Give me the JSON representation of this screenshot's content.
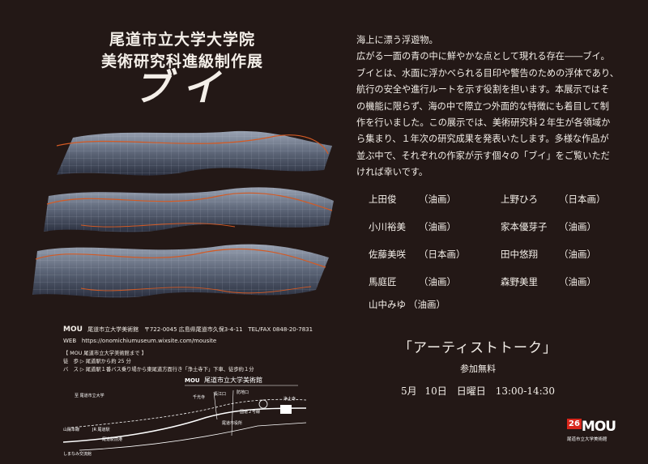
{
  "header": {
    "line1": "尾道市立大学大学院",
    "line2": "美術研究科進級制作展",
    "main_title": "ブイ"
  },
  "intro": [
    "海上に漂う浮遊物。",
    "広がる一面の青の中に鮮やかな点として現れる存在――ブイ。",
    "ブイとは、水面に浮かべられる目印や警告のための浮体であり、",
    "航行の安全や進行ルートを示す役割を担います。本展示ではそ",
    "の機能に限らず、海の中で際立つ外面的な特徴にも着目して制",
    "作を行いました。この展示では、美術研究科２年生が各領域か",
    "ら集まり、１年次の研究成果を発表いたします。多様な作品が",
    "並ぶ中で、それぞれの作家が示す個々の「ブイ」をご覧いただ",
    "ければ幸いです。"
  ],
  "artists": [
    {
      "name": "上田俊",
      "medium": "（油画）"
    },
    {
      "name": "上野ひろ",
      "medium": "（日本画）"
    },
    {
      "name": "小川裕美",
      "medium": "（油画）"
    },
    {
      "name": "家本優芽子",
      "medium": "（油画）"
    },
    {
      "name": "佐藤美咲",
      "medium": "（日本画）"
    },
    {
      "name": "田中悠翔",
      "medium": "（油画）"
    },
    {
      "name": "馬庭匠",
      "medium": "（油画）"
    },
    {
      "name": "森野美里",
      "medium": "（油画）"
    },
    {
      "name": "山中みゆ",
      "medium": "（油画）"
    }
  ],
  "talk": {
    "title": "「アーティストトーク」",
    "fee": "参加無料",
    "date": "5月 10日　日曜日　13:00-14:30"
  },
  "venue": {
    "logo": "MOU",
    "name": "尾道市立大学美術館",
    "address": "〒722-0045 広島県尾道市久保3-4-11",
    "tel": "TEL/FAX 0848-20-7831",
    "web_label": "WEB",
    "web_url": "https://onomichiumuseum.wixsite.com/mousite",
    "access_title": "【 MOU 尾道市立大学美術館まで 】",
    "access_walk": "徒　歩 ▷ 尾道駅から約 25 分",
    "access_bus": "バ　ス ▷ 尾道駅１番バス乗り場から東尾道方面行き「浄土寺下」下車、徒歩約１分"
  },
  "map": {
    "header_logo": "MOU",
    "header_name": "尾道市立大学美術館",
    "labels": [
      "至 尾道市立大学",
      "山陽本線",
      "JR 尾道駅",
      "しまなみ交流館",
      "尾道駅前港",
      "千光寺",
      "長江口",
      "防地口",
      "浄土寺",
      "国道２号線",
      "尾道市役所"
    ]
  },
  "badge": {
    "number": "26",
    "logo": "MOU",
    "name": "尾道市立大学美術館"
  }
}
